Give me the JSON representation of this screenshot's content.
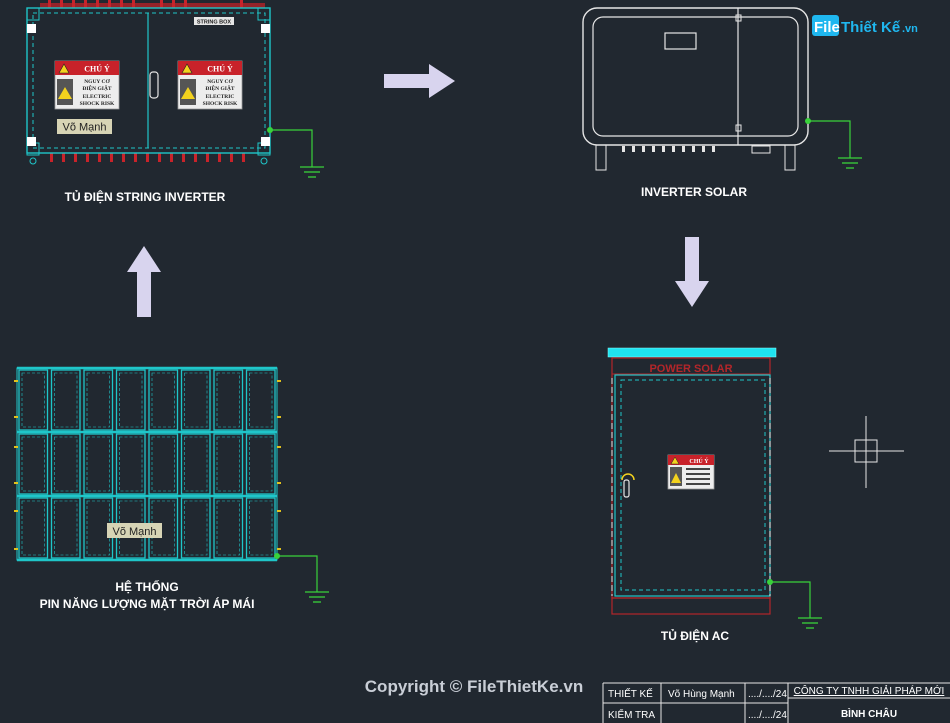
{
  "brand": {
    "part1": "File",
    "part2": "Thiết Kế",
    "part3": ".vn"
  },
  "string_box": {
    "label": "TỦ ĐIỆN STRING INVERTER",
    "plate_text": "STRING BOX",
    "warning_title": "CHÚ Ý",
    "warning_lines": [
      "NGUY CƠ",
      "ĐIỆN GIẬT",
      "ELECTRIC",
      "SHOCK RISK"
    ],
    "author_tag": "Võ Mạnh"
  },
  "inverter": {
    "label": "INVERTER SOLAR"
  },
  "solar_array": {
    "label_line1": "HỆ THỐNG",
    "label_line2": "PIN NĂNG LƯỢNG MẶT TRỜI ÁP MÁI",
    "author_tag": "Võ Mạnh"
  },
  "ac_cabinet": {
    "label": "TỦ ĐIỆN AC",
    "header_text": "POWER SOLAR",
    "warning_title": "CHÚ Ý"
  },
  "watermark": "Copyright © FileThietKe.vn",
  "title_block": {
    "designer_role": "THIẾT KẾ",
    "designer_name": "Võ Hùng Mạnh",
    "date1": "..../..../24",
    "checker_role": "KIỂM TRA",
    "date2": "..../..../24",
    "company": "CÔNG TY TNHH GIẢI PHÁP MỚI",
    "location": "BÌNH CHÂU"
  },
  "colors": {
    "background": "#212830",
    "cyan": "#1fc6c9",
    "line_white": "#e6e6e6",
    "arrow": "#d8d4ee",
    "ground": "#39d23a",
    "red_frame": "#b3262a",
    "brand_blue": "#1fb7ef"
  },
  "icons": [
    "arrow-right-icon",
    "arrow-down-icon",
    "arrow-up-icon",
    "ground-symbol-icon",
    "crosshair-icon",
    "warning-triangle-icon",
    "door-handle-icon"
  ]
}
